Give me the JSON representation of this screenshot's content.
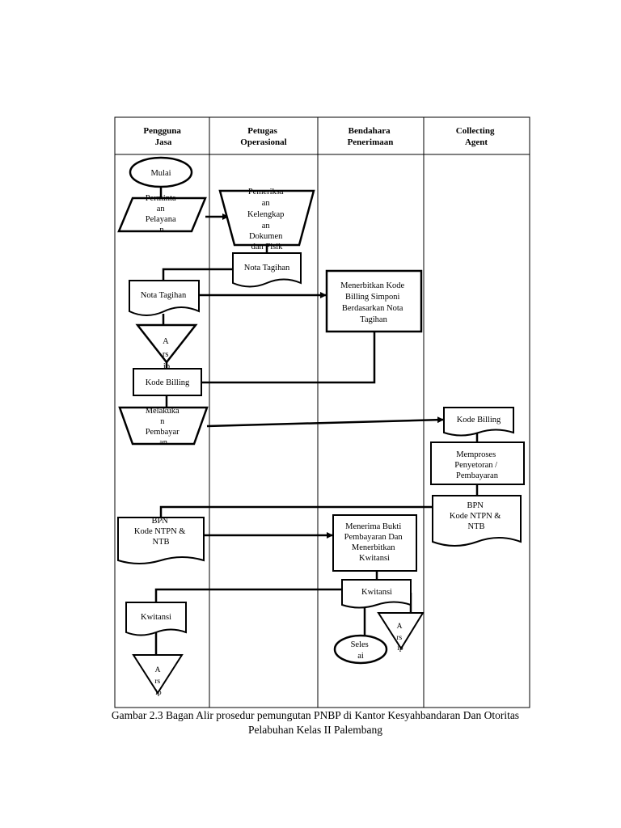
{
  "lanes": [
    {
      "line1": "Pengguna",
      "line2": "Jasa"
    },
    {
      "line1": "Petugas",
      "line2": "Operasional"
    },
    {
      "line1": "Bendahara",
      "line2": "Penerimaan"
    },
    {
      "line1": "Collecting",
      "line2": "Agent"
    }
  ],
  "shapes": {
    "mulai": "Mulai",
    "permintaan": [
      "Perminta",
      "an",
      "Pelayana",
      "n"
    ],
    "pemeriksaan": [
      "Pemeriksa",
      "an",
      "Kelengkap",
      "an",
      "Dokumen",
      "dan Fisik"
    ],
    "nota_petugas": "Nota Tagihan",
    "nota_pengguna": "Nota Tagihan",
    "menerbitkan": [
      "Menerbitkan Kode",
      "Billing Simponi",
      "Berdasarkan Nota",
      "Tagihan"
    ],
    "arsip1": [
      "A",
      "rs",
      "ip"
    ],
    "kode_billing_pengguna": "Kode Billing",
    "melakukan": [
      "Melakuka",
      "n",
      "Pembayar",
      "an"
    ],
    "kode_billing_agent": "Kode Billing",
    "memproses": [
      "Memproses",
      "Penyetoran /",
      "Pembayaran"
    ],
    "bpn_agent": [
      "BPN",
      "Kode NTPN &",
      "NTB"
    ],
    "bpn_pengguna": [
      "BPN",
      "Kode NTPN &",
      "NTB"
    ],
    "menerima": [
      "Menerima Bukti",
      "Pembayaran Dan",
      "Menerbitkan",
      "Kwitansi"
    ],
    "kwitansi_bendahara": "Kwitansi",
    "kwitansi_pengguna": "Kwitansi",
    "selesai": [
      "Seles",
      "ai"
    ],
    "arsip2": [
      "A",
      "rs",
      "ip"
    ],
    "arsip3": [
      "A",
      "rs",
      "ip"
    ]
  },
  "caption": {
    "line1": "Gambar 2.3 Bagan Alir prosedur pemungutan PNBP di Kantor Kesyahbandaran Dan Otoritas",
    "line2": "Pelabuhan Kelas II Palembang"
  }
}
